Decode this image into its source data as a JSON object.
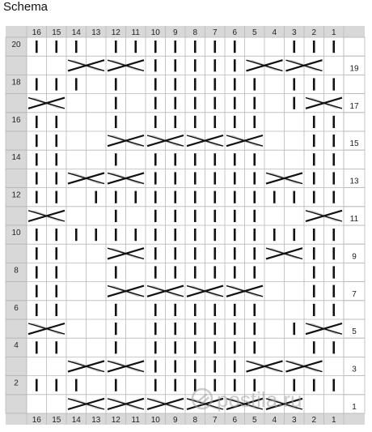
{
  "title": "Schema",
  "columns": [
    "16",
    "15",
    "14",
    "13",
    "12",
    "11",
    "10",
    "9",
    "8",
    "7",
    "6",
    "5",
    "4",
    "3",
    "2",
    "1"
  ],
  "left_rows": [
    "20",
    "18",
    "16",
    "14",
    "12",
    "10",
    "8",
    "6",
    "4",
    "2"
  ],
  "right_rows": [
    "19",
    "17",
    "15",
    "13",
    "11",
    "9",
    "7",
    "5",
    "3",
    "1"
  ],
  "watermark": "postila.ru",
  "colors": {
    "grid": "#b9b9b9",
    "header": "#d8d8d8",
    "stitch": "#111111",
    "cable": "#c4c4c4",
    "bg": "#ffffff"
  },
  "symbols": {
    "knit": "vertical-bar",
    "cable": "crossed-diagonal-with-gray-band"
  },
  "rows_from_top": [
    "|||.|||||||..|||",
    "..><><|||||><><.",
    "|||.|.||||||.|||",
    "><..|.||||||.|><",
    "||..|.||||||..||",
    "||..><><><><..||",
    "||..|.||||||..||",
    "||><><||||||><||",
    "||.|||||||||||||",
    "><..|.||||||..><",
    "||||||||||||||||",
    "||..><||||||><||",
    "||..|.||||||..||",
    "||..><><><><..||",
    "||..|.||||||..||",
    "><..|.||||||.|><",
    "||..|.||||||..||",
    "..><><|||||><><.",
    "|||.|.||||||.|||",
    "..><><><><><><.."
  ]
}
